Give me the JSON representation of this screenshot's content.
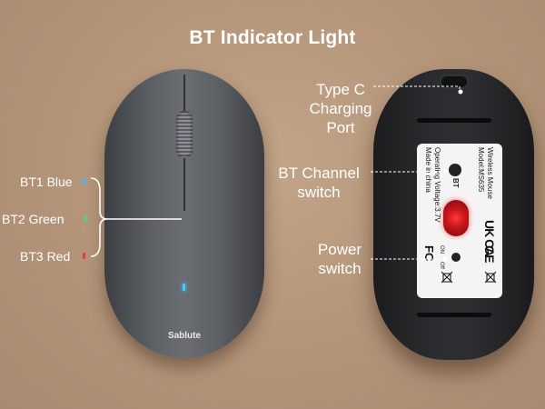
{
  "title": "BT Indicator Light",
  "brand": "Sablute",
  "bt_indicators": [
    {
      "label": "BT1 Blue",
      "color": "#3fb8ff"
    },
    {
      "label": "BT2 Green",
      "color": "#3ee06a"
    },
    {
      "label": "BT3 Red",
      "color": "#e83b3b"
    }
  ],
  "callouts": {
    "type_c": "Type C",
    "charging": "Charging",
    "port": "Port",
    "bt_channel": "BT Channel",
    "bt_switch": "switch",
    "power": "Power",
    "power_switch": "switch"
  },
  "label_text": {
    "line1": "Wireless Mouse",
    "line2": "Model:MS635",
    "line3": "Operating Voltage:3.7V",
    "line4": "Made in china",
    "bt": "BT",
    "on": "ON",
    "off": "Off",
    "ukca": "UK CA",
    "ce": "CE",
    "fc": "FC"
  },
  "colors": {
    "background": "#b5977b",
    "led": "#48c8ff",
    "sensor": "#e0202a"
  }
}
